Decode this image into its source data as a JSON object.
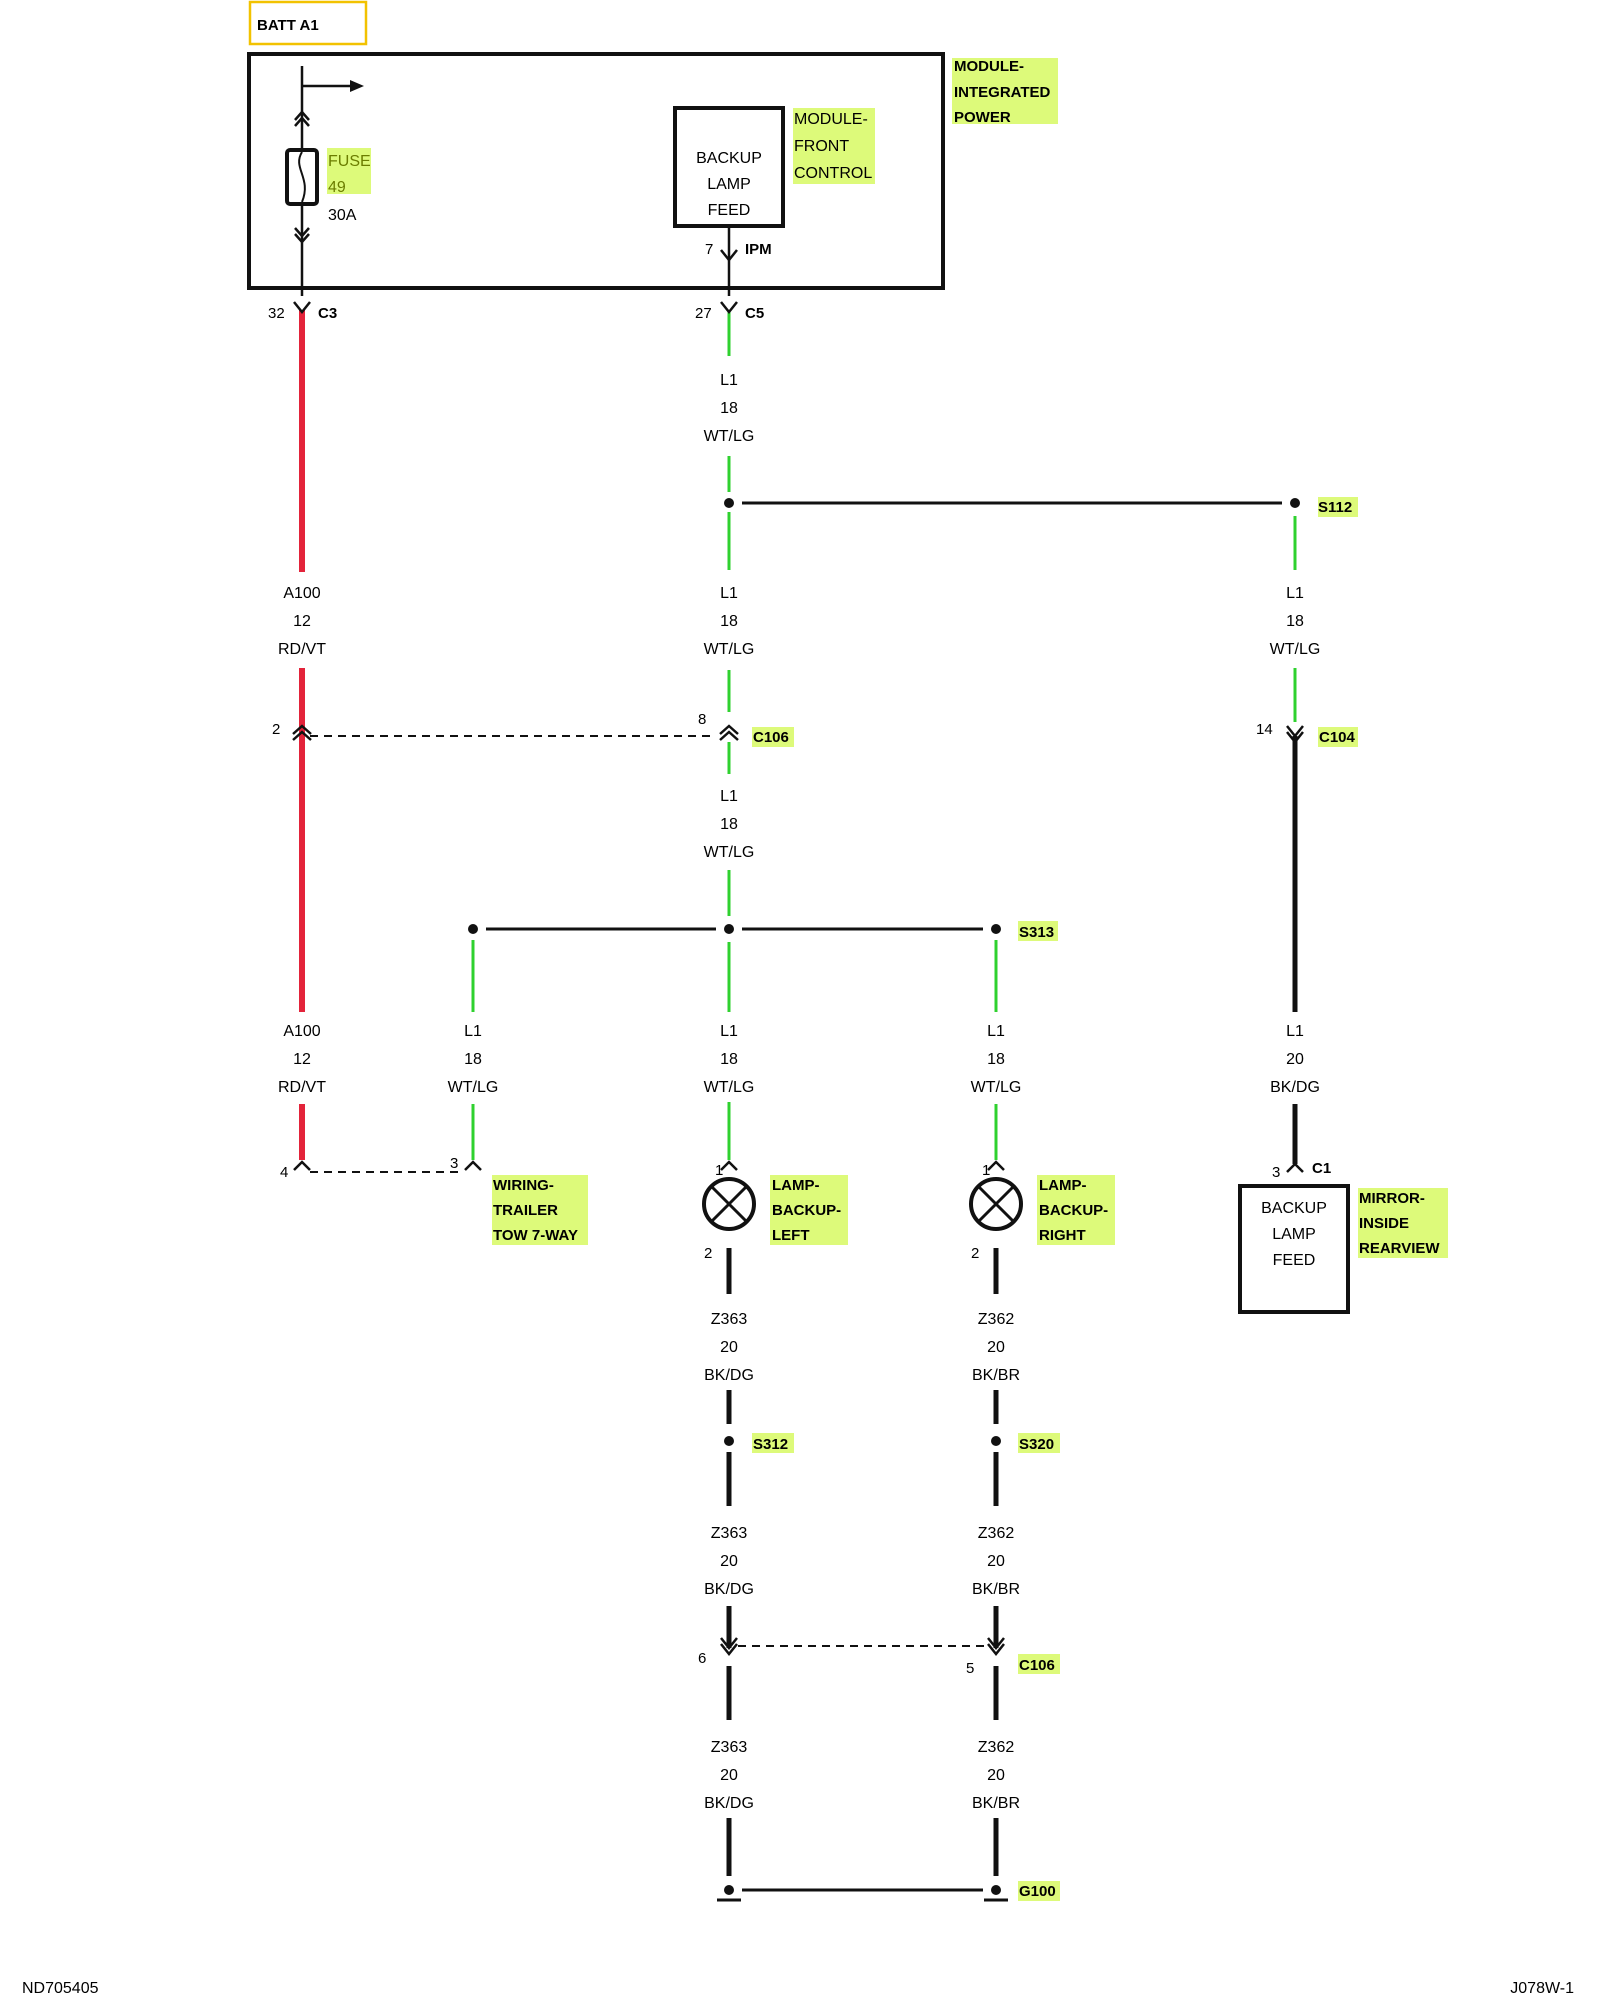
{
  "header": {
    "source_label": "BATT A1"
  },
  "modules": {
    "integrated_power": [
      "MODULE-",
      "INTEGRATED",
      "POWER"
    ],
    "front_control": [
      "MODULE-",
      "FRONT",
      "CONTROL"
    ],
    "front_control_feed": [
      "BACKUP",
      "LAMP",
      "FEED"
    ],
    "mirror_feed": [
      "BACKUP",
      "LAMP",
      "FEED"
    ],
    "mirror_name": [
      "MIRROR-",
      "INSIDE",
      "REARVIEW"
    ]
  },
  "fuse": {
    "name": [
      "FUSE",
      "49"
    ],
    "rating": "30A"
  },
  "connectors": {
    "c3": {
      "pin": "32",
      "name": "C3"
    },
    "c5": {
      "pin": "27",
      "name": "C5"
    },
    "ipm": {
      "pin": "7",
      "name": "IPM"
    },
    "c106_a100": {
      "pin": "2"
    },
    "c106_l1": {
      "pin": "8",
      "name": "C106"
    },
    "c104": {
      "pin": "14",
      "name": "C104"
    },
    "trailer_a100": {
      "pin": "4"
    },
    "trailer_l1": {
      "pin": "3"
    },
    "lamp_left_in": {
      "pin": "1"
    },
    "lamp_left_out": {
      "pin": "2"
    },
    "lamp_right_in": {
      "pin": "1"
    },
    "lamp_right_out": {
      "pin": "2"
    },
    "mirror_c1": {
      "pin": "3",
      "name": "C1"
    },
    "c106_z363": {
      "pin": "6"
    },
    "c106_z362": {
      "pin": "5",
      "name": "C106"
    }
  },
  "splices": {
    "s112": "S112",
    "s313": "S313",
    "s312": "S312",
    "s320": "S320",
    "g100": "G100"
  },
  "wires": {
    "l1_top": [
      "L1",
      "18",
      "WT/LG"
    ],
    "l1_mid": [
      "L1",
      "18",
      "WT/LG"
    ],
    "l1_s112": [
      "L1",
      "18",
      "WT/LG"
    ],
    "l1_below_c106": [
      "L1",
      "18",
      "WT/LG"
    ],
    "a100_upper": [
      "A100",
      "12",
      "RD/VT"
    ],
    "a100_lower": [
      "A100",
      "12",
      "RD/VT"
    ],
    "l1_trailer": [
      "L1",
      "18",
      "WT/LG"
    ],
    "l1_left": [
      "L1",
      "18",
      "WT/LG"
    ],
    "l1_right": [
      "L1",
      "18",
      "WT/LG"
    ],
    "l1_mirror": [
      "L1",
      "20",
      "BK/DG"
    ],
    "z363_1": [
      "Z363",
      "20",
      "BK/DG"
    ],
    "z362_1": [
      "Z362",
      "20",
      "BK/BR"
    ],
    "z363_2": [
      "Z363",
      "20",
      "BK/DG"
    ],
    "z362_2": [
      "Z362",
      "20",
      "BK/BR"
    ],
    "z363_3": [
      "Z363",
      "20",
      "BK/DG"
    ],
    "z362_3": [
      "Z362",
      "20",
      "BK/BR"
    ]
  },
  "components": {
    "trailer": [
      "WIRING-",
      "TRAILER",
      "TOW 7-WAY"
    ],
    "lamp_left": [
      "LAMP-",
      "BACKUP-",
      "LEFT"
    ],
    "lamp_right": [
      "LAMP-",
      "BACKUP-",
      "RIGHT"
    ]
  },
  "footer": {
    "left": "ND705405",
    "right": "J078W-1"
  },
  "colors": {
    "red_wire": "#e3233a",
    "green_wire": "#2fd12f",
    "black_wire": "#111111",
    "highlight": "#ddfa7a",
    "batt_border": "#f2c200"
  }
}
